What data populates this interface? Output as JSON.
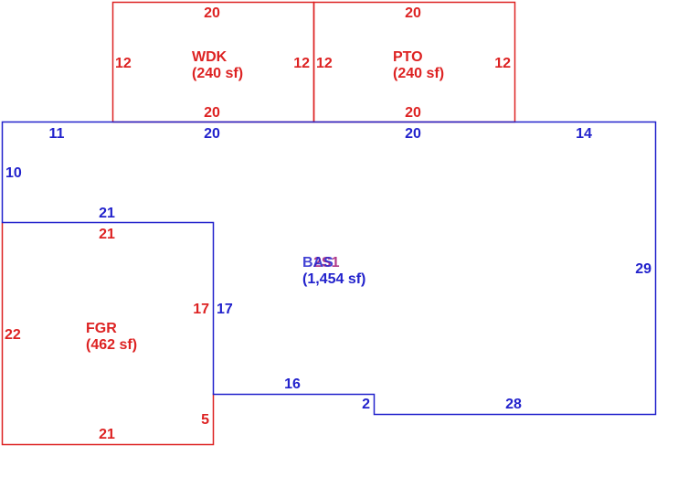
{
  "colors": {
    "red": "#dd2222",
    "blue": "#2222cc",
    "magenta": "#b03a8a",
    "background": "#ffffff"
  },
  "areas": {
    "wdk": {
      "name": "WDK",
      "area": "(240 sf)"
    },
    "pto": {
      "name": "PTO",
      "area": "(240 sf)"
    },
    "fgr": {
      "name": "FGR",
      "area": "(462 sf)"
    },
    "bas": {
      "name": "BAS",
      "overlap_name": "2S1",
      "area": "(1,454 sf)"
    }
  },
  "dimensions": {
    "wdk": {
      "top": "20",
      "bottom": "20",
      "left": "12",
      "right": "12"
    },
    "pto": {
      "top": "20",
      "bottom": "20",
      "left": "12",
      "right": "12"
    },
    "fgr": {
      "top": "21",
      "bottom": "21",
      "left": "22",
      "right": "17",
      "right_lower": "5"
    },
    "bas": {
      "top_left": "11",
      "top_mid1": "20",
      "top_mid2": "20",
      "top_right": "14",
      "left": "10",
      "step": "21",
      "inner_side": "17",
      "notch_top": "16",
      "notch_side": "2",
      "bottom": "28",
      "right": "29"
    }
  }
}
